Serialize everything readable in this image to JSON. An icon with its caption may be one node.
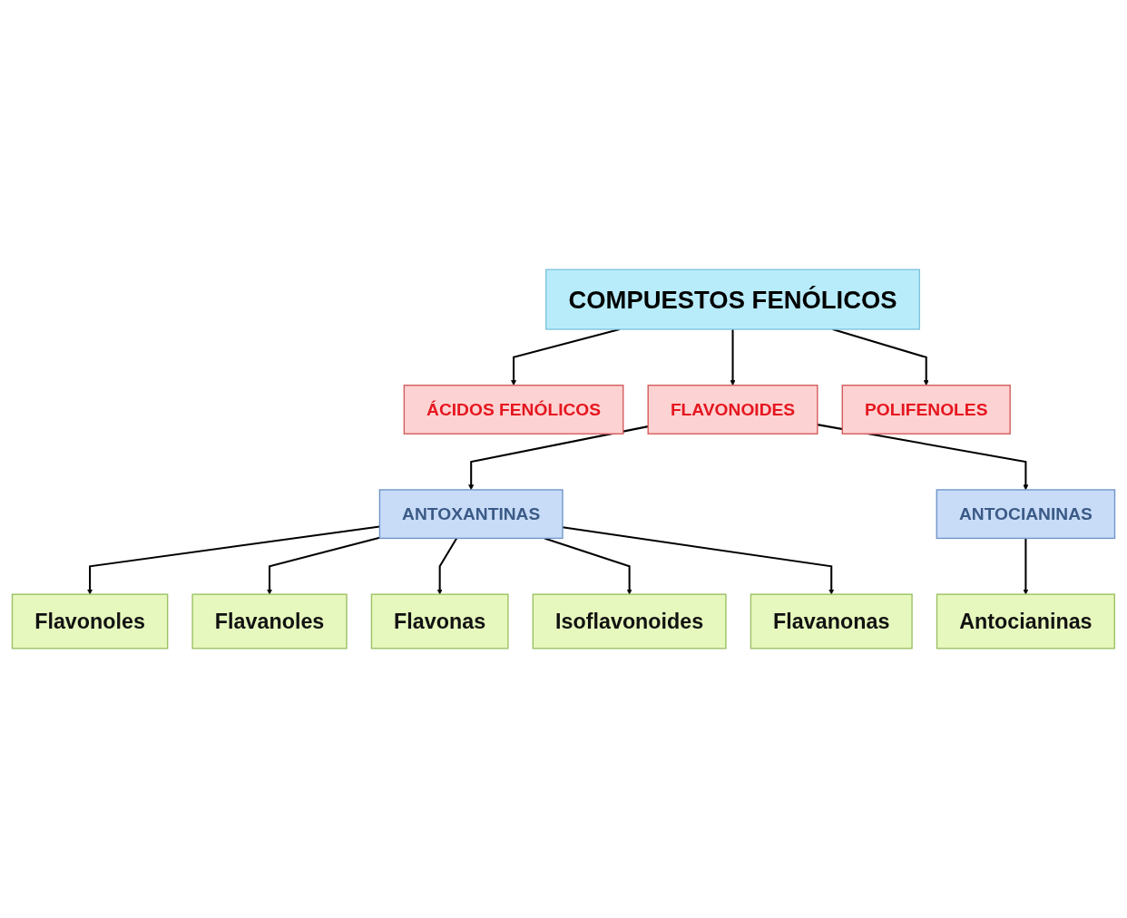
{
  "diagram": {
    "nodes": [
      {
        "text": [
          "COMPUESTOS FENÓLICOS"
        ]
      },
      {
        "text": [
          "ÁCIDOS FENÓLICOS"
        ]
      },
      {
        "text": [
          "FLAVONOIDES"
        ]
      },
      {
        "text": [
          "POLIFENOLES"
        ]
      },
      {
        "text": [
          "ANTOXANTINAS"
        ]
      },
      {
        "text": [
          "ANTOCIANINAS"
        ]
      },
      {
        "text": [
          "Flavonoles"
        ]
      },
      {
        "text": [
          "Flavanoles"
        ]
      },
      {
        "text": [
          "Flavonas"
        ]
      },
      {
        "text": [
          "Isoflavonoides"
        ]
      },
      {
        "text": [
          "Flavanonas"
        ]
      },
      {
        "text": [
          "Antocianinas"
        ]
      }
    ],
    "edges": [
      {
        "from": 0,
        "to": 1,
        "arrow": "to"
      },
      {
        "from": 0,
        "to": 2,
        "arrow": "to"
      },
      {
        "from": 0,
        "to": 3,
        "arrow": "to"
      },
      {
        "from": 2,
        "to": 4,
        "arrow": "to"
      },
      {
        "from": 2,
        "to": 5,
        "arrow": "to"
      },
      {
        "from": 4,
        "to": 6,
        "arrow": "to"
      },
      {
        "from": 4,
        "to": 7,
        "arrow": "to"
      },
      {
        "from": 4,
        "to": 8,
        "arrow": "to"
      },
      {
        "from": 4,
        "to": 9,
        "arrow": "to"
      },
      {
        "from": 4,
        "to": 10,
        "arrow": "to"
      },
      {
        "from": 5,
        "to": 11,
        "arrow": "to"
      }
    ]
  }
}
